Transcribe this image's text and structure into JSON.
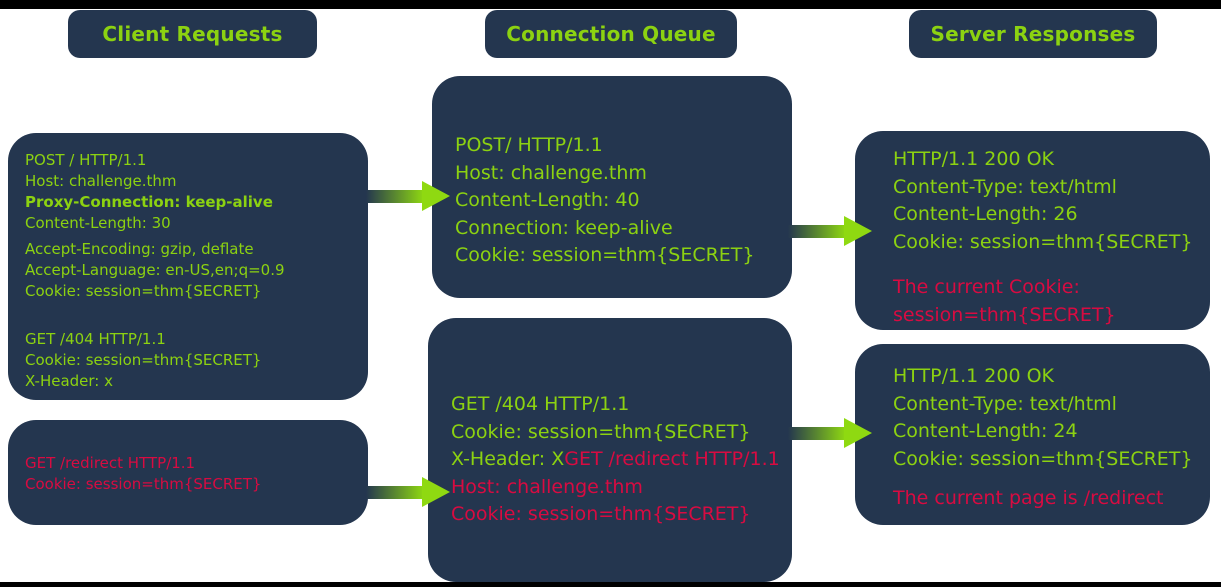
{
  "colors": {
    "background": "#ffffff",
    "frame_bar": "#000000",
    "box_navy": "#24364F",
    "text_green": "#8CD211",
    "text_red": "#D80B41",
    "arrow_green": "#8FD911"
  },
  "headers": {
    "client": "Client Requests",
    "queue": "Connection Queue",
    "server": "Server Responses"
  },
  "boxes": {
    "client_requests": {
      "lines": [
        {
          "seg": [
            {
              "t": "POST / HTTP/1.1",
              "c": "green"
            }
          ]
        },
        {
          "seg": [
            {
              "t": "Host: challenge.thm",
              "c": "green"
            }
          ]
        },
        {
          "seg": [
            {
              "t": "Proxy-Connection: keep-alive",
              "c": "green",
              "b": true
            }
          ]
        },
        {
          "seg": [
            {
              "t": "Content-Length: 30",
              "c": "green"
            }
          ]
        },
        {
          "spacer": 5
        },
        {
          "seg": [
            {
              "t": "Accept-Encoding: gzip, deflate",
              "c": "green"
            }
          ]
        },
        {
          "seg": [
            {
              "t": "Accept-Language: en-US,en;q=0.9",
              "c": "green"
            }
          ]
        },
        {
          "seg": [
            {
              "t": "Cookie: session=thm{SECRET}",
              "c": "green"
            }
          ]
        },
        {
          "spacer": 27
        },
        {
          "seg": [
            {
              "t": "GET /404 HTTP/1.1",
              "c": "green"
            }
          ]
        },
        {
          "seg": [
            {
              "t": "Cookie: session=thm{SECRET}",
              "c": "green"
            }
          ]
        },
        {
          "seg": [
            {
              "t": "X-Header: x",
              "c": "green"
            }
          ]
        }
      ]
    },
    "client_request_redirect": {
      "lines": [
        {
          "seg": [
            {
              "t": "GET /redirect HTTP/1.1",
              "c": "red"
            }
          ]
        },
        {
          "seg": [
            {
              "t": "Cookie: session=thm{SECRET}",
              "c": "red"
            }
          ]
        }
      ]
    },
    "queue_first": {
      "lines": [
        {
          "seg": [
            {
              "t": "POST/ HTTP/1.1",
              "c": "green"
            }
          ]
        },
        {
          "seg": [
            {
              "t": "Host: challenge.thm",
              "c": "green"
            }
          ]
        },
        {
          "seg": [
            {
              "t": "Content-Length: 40",
              "c": "green"
            }
          ]
        },
        {
          "seg": [
            {
              "t": "Connection: keep-alive",
              "c": "green"
            }
          ]
        },
        {
          "seg": [
            {
              "t": "Cookie: session=thm{SECRET}",
              "c": "green"
            }
          ]
        }
      ]
    },
    "queue_second": {
      "lines": [
        {
          "seg": [
            {
              "t": "GET /404 HTTP/1.1",
              "c": "green"
            }
          ]
        },
        {
          "seg": [
            {
              "t": "Cookie: session=thm{SECRET}",
              "c": "green"
            }
          ]
        },
        {
          "seg": [
            {
              "t": "X-Header: X",
              "c": "green"
            },
            {
              "t": "GET /redirect HTTP/1.1",
              "c": "red"
            }
          ]
        },
        {
          "seg": [
            {
              "t": "Host: challenge.thm",
              "c": "red"
            }
          ]
        },
        {
          "seg": [
            {
              "t": "Cookie: session=thm{SECRET}",
              "c": "red"
            }
          ]
        }
      ]
    },
    "server_response_first": {
      "lines": [
        {
          "seg": [
            {
              "t": "HTTP/1.1 200 OK",
              "c": "green"
            }
          ]
        },
        {
          "seg": [
            {
              "t": "Content-Type: text/html",
              "c": "green"
            }
          ]
        },
        {
          "seg": [
            {
              "t": "Content-Length: 26",
              "c": "green"
            }
          ]
        },
        {
          "seg": [
            {
              "t": "Cookie: session=thm{SECRET}",
              "c": "green"
            }
          ]
        },
        {
          "spacer": 18
        },
        {
          "seg": [
            {
              "t": "The current Cookie:",
              "c": "red"
            }
          ]
        },
        {
          "seg": [
            {
              "t": "session=thm{SECRET}",
              "c": "red"
            }
          ]
        }
      ]
    },
    "server_response_second": {
      "lines": [
        {
          "seg": [
            {
              "t": "HTTP/1.1 200 OK",
              "c": "green"
            }
          ]
        },
        {
          "seg": [
            {
              "t": "Content-Type: text/html",
              "c": "green"
            }
          ]
        },
        {
          "seg": [
            {
              "t": "Content-Length: 24",
              "c": "green"
            }
          ]
        },
        {
          "seg": [
            {
              "t": "Cookie: session=thm{SECRET}",
              "c": "green"
            }
          ]
        },
        {
          "spacer": 12
        },
        {
          "seg": [
            {
              "t": "The current page is /redirect",
              "c": "red"
            }
          ]
        }
      ]
    }
  }
}
